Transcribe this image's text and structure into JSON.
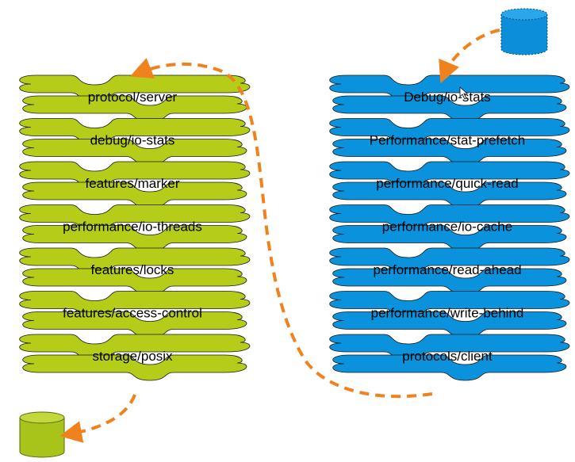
{
  "colors": {
    "server_fill": "#b5cc18",
    "client_fill": "#0a93dc",
    "outline": "#1a1a1a",
    "arrow": "#f0821e",
    "server_disk": "#a8c41a",
    "client_disk": "#0c8fd8"
  },
  "server_stack": {
    "labels": [
      "protocol/server",
      "debug/io-stats",
      "features/marker",
      "performance/io-threads",
      "features/locks",
      "features/access-control",
      "storage/posix"
    ]
  },
  "client_stack": {
    "labels": [
      "Debug/io-stats",
      "Performance/stat-prefetch",
      "performance/quick-read",
      "performance/io-cache",
      "performance/read-ahead",
      "performance/write-behind",
      "protocols/client"
    ]
  },
  "icons": {
    "server_disk": "cylinder-icon",
    "client_disk": "cylinder-icon",
    "cursor": "mouse-pointer-icon"
  }
}
